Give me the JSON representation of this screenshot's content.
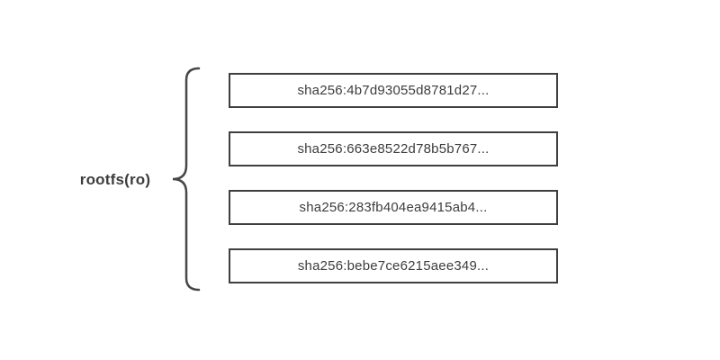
{
  "diagram": {
    "label": "rootfs(ro)",
    "layers": [
      {
        "digest": "sha256:4b7d93055d8781d27..."
      },
      {
        "digest": "sha256:663e8522d78b5b767..."
      },
      {
        "digest": "sha256:283fb404ea9415ab4..."
      },
      {
        "digest": "sha256:bebe7ce6215aee349..."
      }
    ],
    "colors": {
      "stroke": "#3f3f3f",
      "text": "#3d3d3d",
      "background": "#ffffff"
    }
  }
}
